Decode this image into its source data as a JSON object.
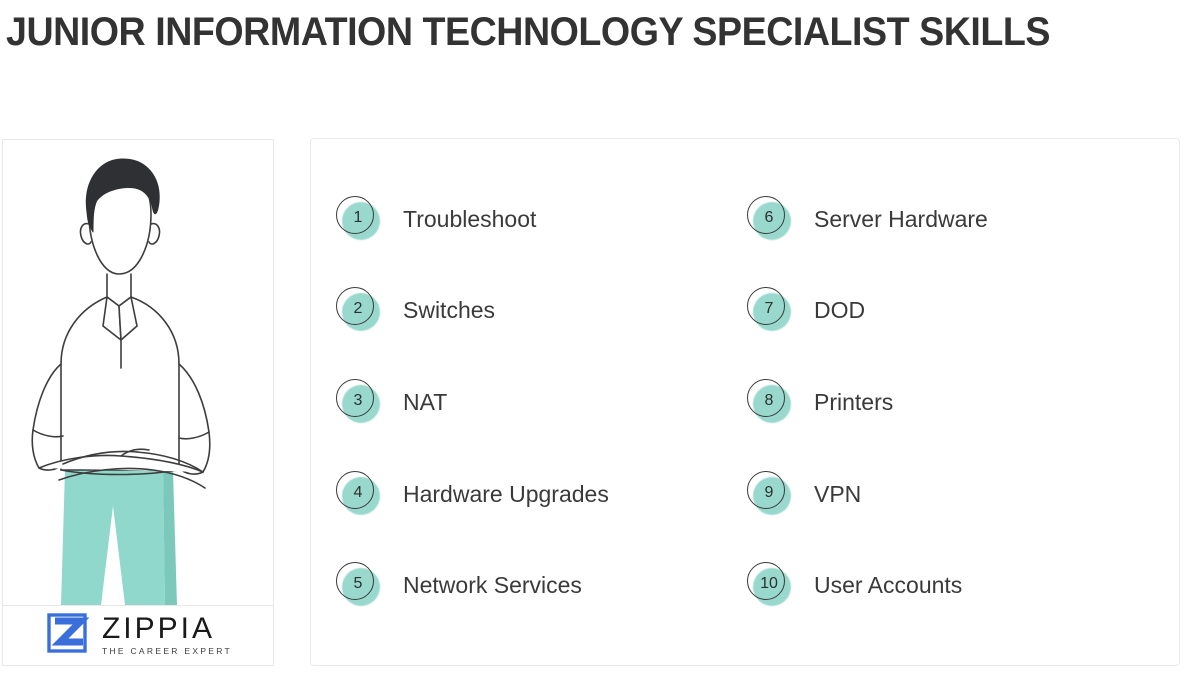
{
  "page": {
    "background_color": "#ffffff",
    "title": "JUNIOR INFORMATION TECHNOLOGY SPECIALIST SKILLS",
    "title_color": "#333333"
  },
  "theme": {
    "accent_teal": "#98d8cd",
    "pants_teal": "#8fd8cb",
    "text_dark": "#3a3a3a",
    "border_gray": "#e8e8e8",
    "logo_blue": "#3a6fdb",
    "hair_dark": "#2f3033"
  },
  "illustration": {
    "name": "person-line-art-illustration",
    "description": "Line-art man with crossed arms wearing a polo shirt and teal trousers"
  },
  "logo": {
    "mark_name": "zippia-z-mark",
    "wordmark": "ZIPPIA",
    "tagline": "THE CAREER EXPERT",
    "color": "#3a6fdb"
  },
  "skills": {
    "heading": "JUNIOR INFORMATION TECHNOLOGY SPECIALIST SKILLS",
    "items": [
      {
        "number": "1",
        "label": "Troubleshoot"
      },
      {
        "number": "2",
        "label": "Switches"
      },
      {
        "number": "3",
        "label": "NAT"
      },
      {
        "number": "4",
        "label": "Hardware Upgrades"
      },
      {
        "number": "5",
        "label": "Network Services"
      },
      {
        "number": "6",
        "label": "Server Hardware"
      },
      {
        "number": "7",
        "label": "DOD"
      },
      {
        "number": "8",
        "label": "Printers"
      },
      {
        "number": "9",
        "label": "VPN"
      },
      {
        "number": "10",
        "label": "User Accounts"
      }
    ]
  }
}
